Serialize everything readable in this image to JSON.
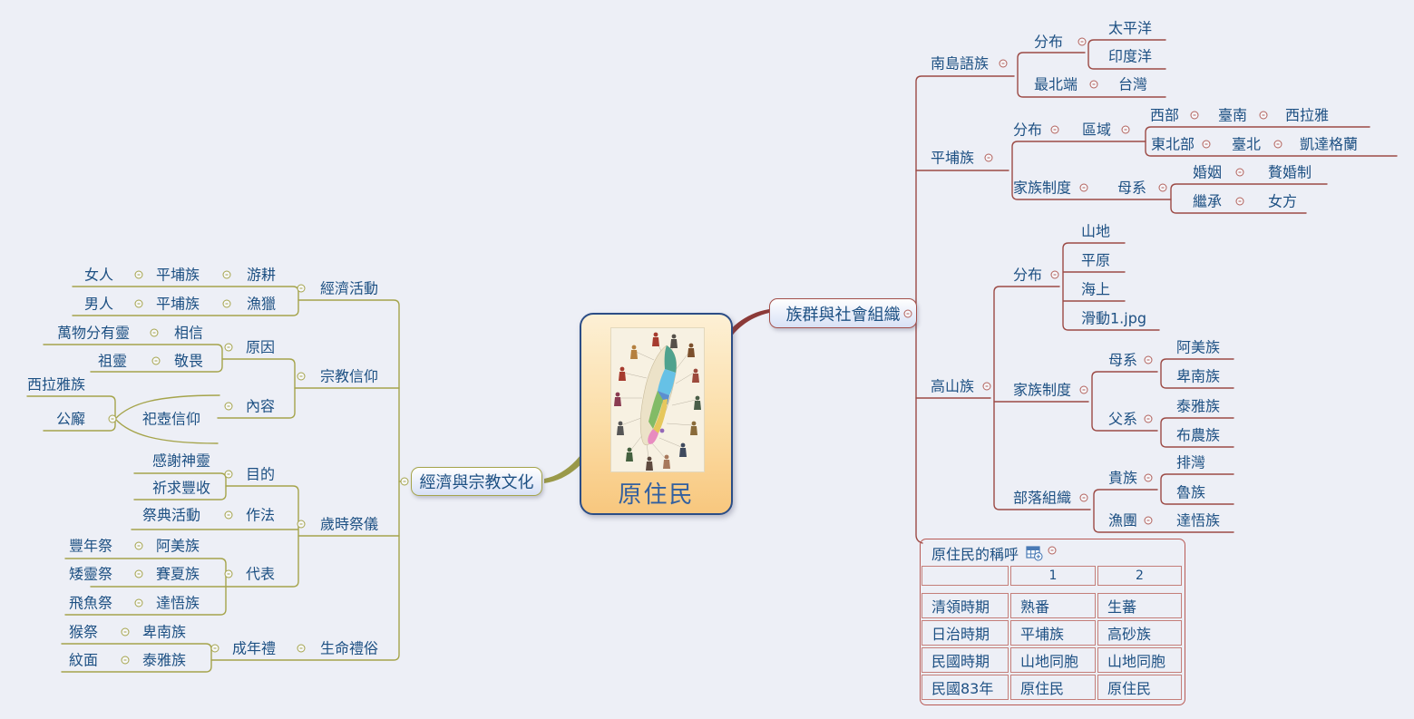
{
  "root": {
    "label": "原住民"
  },
  "left": {
    "title": "經濟與宗教文化",
    "economy": {
      "label": "經濟活動",
      "rows": [
        [
          "女人",
          "平埔族",
          "游耕"
        ],
        [
          "男人",
          "平埔族",
          "漁獵"
        ]
      ]
    },
    "religion": {
      "label": "宗教信仰",
      "reason": {
        "label": "原因",
        "rows": [
          [
            "萬物分有靈",
            "相信"
          ],
          [
            "祖靈",
            "敬畏"
          ]
        ]
      },
      "content": {
        "label": "內容",
        "belief": "祀壺信仰",
        "children": [
          "西拉雅族",
          "公廨"
        ]
      }
    },
    "seasonal": {
      "label": "歲時祭儀",
      "purpose": {
        "label": "目的",
        "items": [
          "感謝神靈",
          "祈求豐收"
        ]
      },
      "method": {
        "label": "作法",
        "item": "祭典活動"
      },
      "representatives": {
        "label": "代表",
        "rows": [
          [
            "豐年祭",
            "阿美族"
          ],
          [
            "矮靈祭",
            "賽夏族"
          ],
          [
            "飛魚祭",
            "達悟族"
          ]
        ]
      }
    },
    "life": {
      "label": "生命禮俗",
      "coming_of_age": {
        "label": "成年禮",
        "rows": [
          [
            "猴祭",
            "卑南族"
          ],
          [
            "紋面",
            "泰雅族"
          ]
        ]
      }
    }
  },
  "right": {
    "title": "族群與社會組織",
    "austronesian": {
      "label": "南島語族",
      "distribution": {
        "label": "分布",
        "items": [
          "太平洋",
          "印度洋"
        ]
      },
      "northernmost": {
        "label": "最北端",
        "item": "台灣"
      }
    },
    "pingpu": {
      "label": "平埔族",
      "distribution": {
        "label": "分布",
        "region": {
          "label": "區域",
          "rows": [
            [
              "西部",
              "臺南",
              "西拉雅"
            ],
            [
              "東北部",
              "臺北",
              "凱達格蘭"
            ]
          ]
        }
      },
      "family": {
        "label": "家族制度",
        "matrilineal": {
          "label": "母系",
          "rows": [
            [
              "婚姻",
              "贅婚制"
            ],
            [
              "繼承",
              "女方"
            ]
          ]
        }
      }
    },
    "highland": {
      "label": "高山族",
      "distribution": {
        "label": "分布",
        "items": [
          "山地",
          "平原",
          "海上",
          "滑動1.jpg"
        ]
      },
      "family": {
        "label": "家族制度",
        "matrilineal": {
          "label": "母系",
          "items": [
            "阿美族",
            "卑南族"
          ]
        },
        "patrilineal": {
          "label": "父系",
          "items": [
            "泰雅族",
            "布農族"
          ]
        }
      },
      "tribal": {
        "label": "部落組織",
        "noble": {
          "label": "貴族",
          "items": [
            "排灣",
            "魯族"
          ]
        },
        "fishing": {
          "label": "漁團",
          "item": "達悟族"
        }
      }
    },
    "naming": {
      "label": "原住民的稱呼",
      "table": {
        "headers": [
          "",
          "1",
          "2"
        ],
        "rows": [
          [
            "清領時期",
            "熟番",
            "生蕃"
          ],
          [
            "日治時期",
            "平埔族",
            "高砂族"
          ],
          [
            "民國時期",
            "山地同胞",
            "山地同胞"
          ],
          [
            "民國83年",
            "原住民",
            "原住民"
          ]
        ]
      }
    }
  },
  "icons": {
    "collapse": "minus-circle",
    "table_add": "table-plus-grid"
  },
  "colors": {
    "background": "#edeff6",
    "text": "#1d5083",
    "right_branch": "#9c4a45",
    "left_branch": "#a5a44b",
    "central_border": "#2b4d86",
    "central_fill": "#f8c77e",
    "table_border": "#c47e79"
  }
}
